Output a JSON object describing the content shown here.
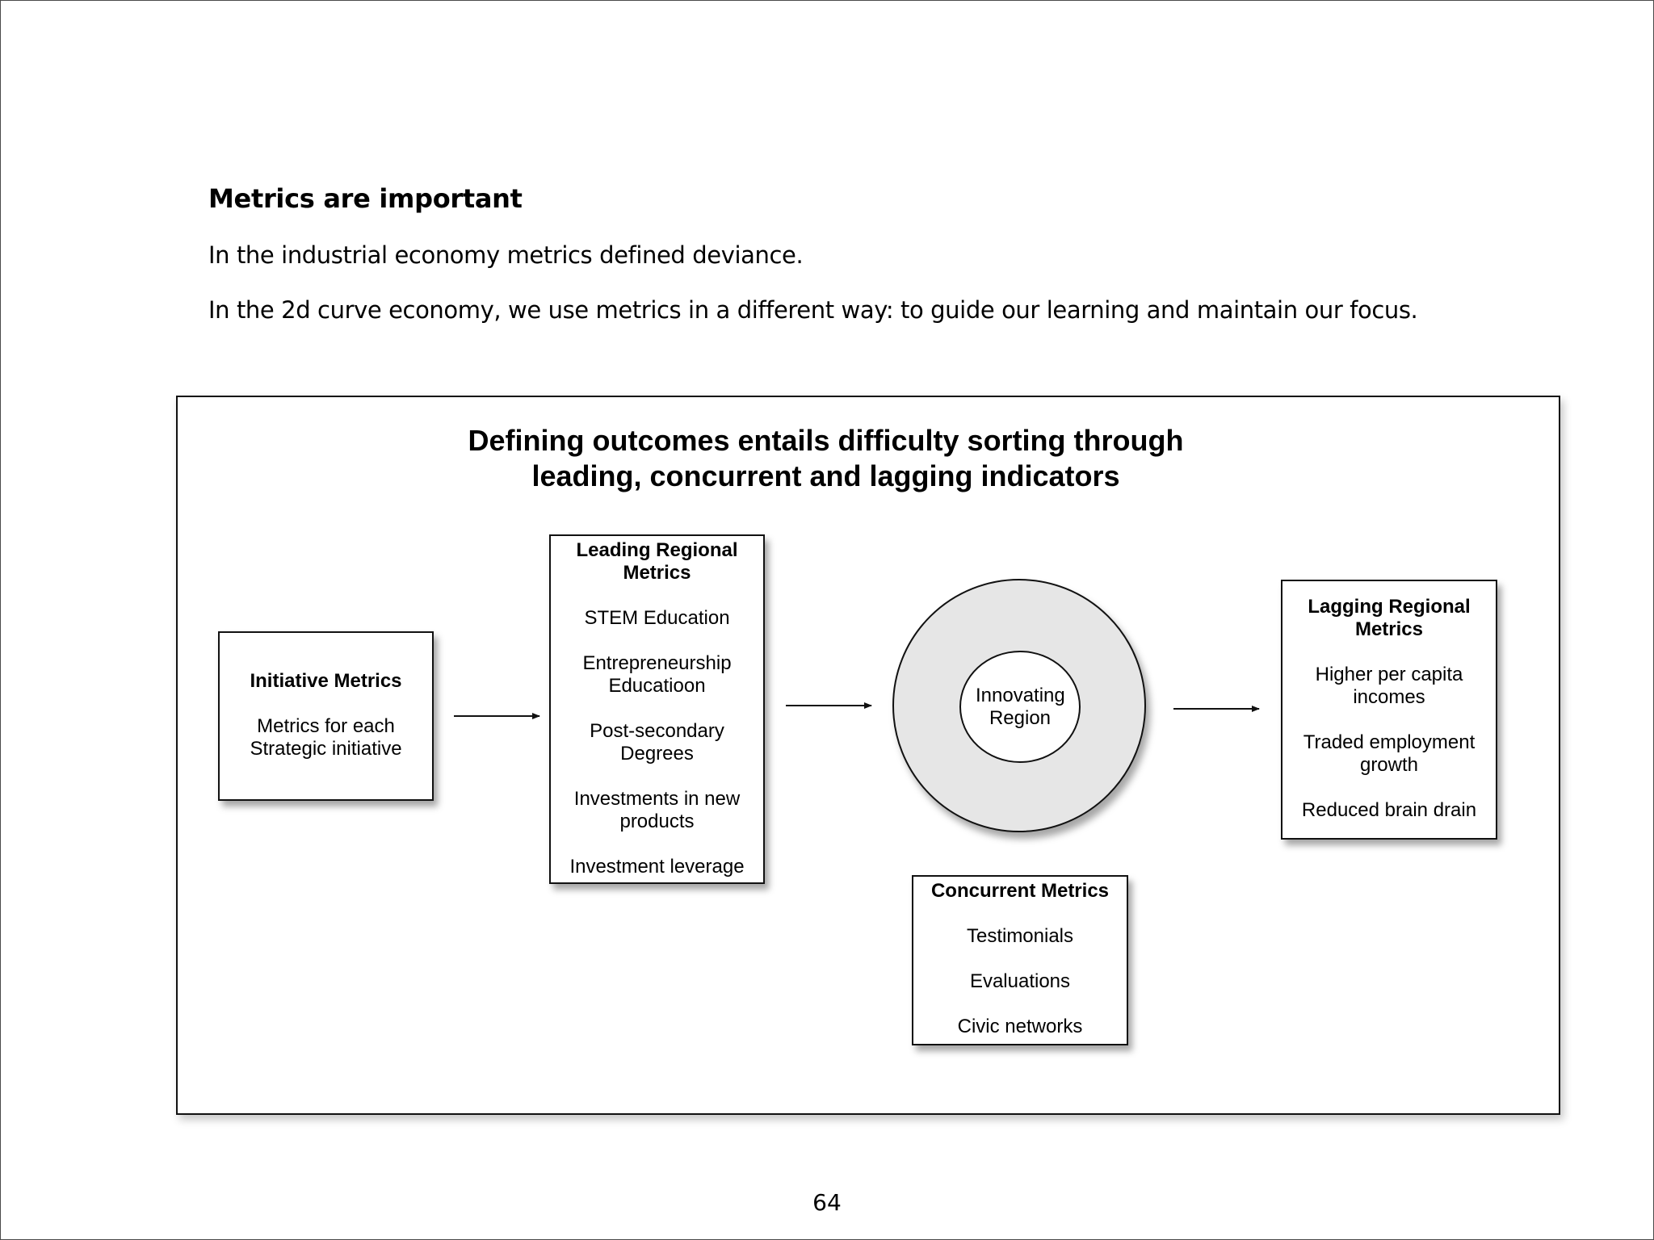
{
  "text": {
    "heading": "Metrics are important",
    "paragraphs": [
      "In the industrial economy metrics defined deviance.",
      "In the 2d curve economy, we use metrics in a different way: to guide our learning and maintain our focus."
    ],
    "page_number": "64"
  },
  "diagram": {
    "title_line1": "Defining outcomes entails difficulty sorting through",
    "title_line2": "leading, concurrent and lagging indicators",
    "initiative": {
      "title": "Initiative Metrics",
      "items": [
        "Metrics for each Strategic initiative"
      ]
    },
    "leading": {
      "title": "Leading Regional Metrics",
      "items": [
        "STEM Education",
        "Entrepreneurship Educatioon",
        "Post-secondary Degrees",
        "Investments in new products",
        "Investment leverage"
      ]
    },
    "center": {
      "label": "Innovating Region"
    },
    "lagging": {
      "title": "Lagging Regional Metrics",
      "items": [
        "Higher per capita incomes",
        "Traded employment growth",
        "Reduced brain drain"
      ]
    },
    "concurrent": {
      "title": "Concurrent Metrics",
      "items": [
        "Testimonials",
        "Evaluations",
        "Civic networks"
      ]
    }
  },
  "colors": {
    "ring_fill": "#e6e6e6",
    "stroke": "#111111"
  }
}
